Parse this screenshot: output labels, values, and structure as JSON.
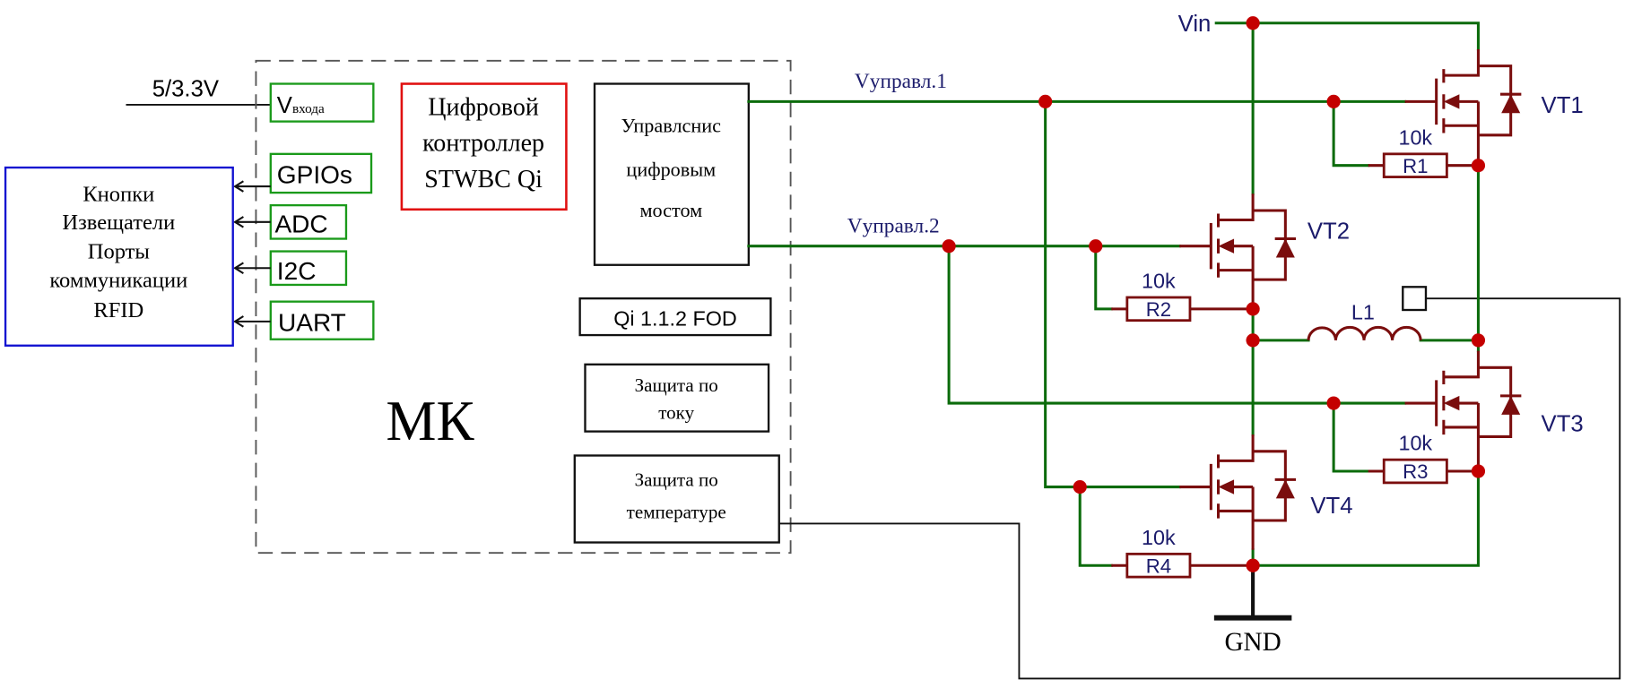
{
  "supply_label": "5/3.3V",
  "mcu": {
    "label": "МК",
    "pins": {
      "vin_main": "V",
      "vin_sub": "входа",
      "gpio": "GPIOs",
      "adc": "ADC",
      "i2c": "I2C",
      "uart": "UART"
    },
    "controller": [
      "Цифровой",
      "контроллер",
      "STWBC Qi"
    ],
    "bridge_control": [
      "Управлснис",
      "цифровым",
      "мостом"
    ],
    "fod": "Qi 1.1.2 FOD",
    "current_protection": [
      "Защита по",
      "току"
    ],
    "temp_protection": [
      "Защита по",
      "температуре"
    ]
  },
  "peripherals": [
    "Кнопки",
    "Извещатели",
    "Порты",
    "коммуникации",
    "RFID"
  ],
  "nets": {
    "ctrl1": "Vуправл.1",
    "ctrl2": "Vуправл.2",
    "vin": "Vin",
    "gnd": "GND"
  },
  "components": {
    "transistors": [
      "VT1",
      "VT2",
      "VT3",
      "VT4"
    ],
    "resistors": [
      {
        "ref": "R1",
        "value": "10k"
      },
      {
        "ref": "R2",
        "value": "10k"
      },
      {
        "ref": "R3",
        "value": "10k"
      },
      {
        "ref": "R4",
        "value": "10k"
      }
    ],
    "inductor": "L1"
  },
  "colors": {
    "wire": "#0b6b0b",
    "component": "#7a0d0d",
    "junction": "#c40000",
    "pin_box": "#1a9a1a",
    "controller_box": "#e01010",
    "peripheral_box": "#1010d0",
    "label_text": "#1b1b6b"
  }
}
